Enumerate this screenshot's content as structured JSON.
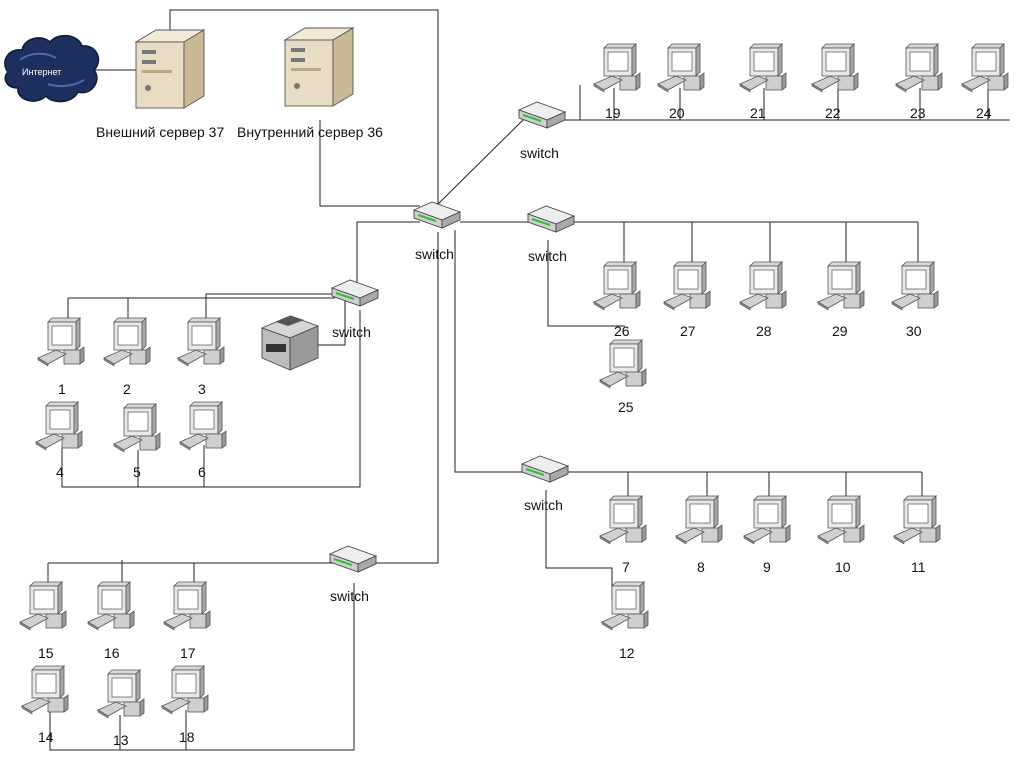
{
  "internet": {
    "label": "Интернет"
  },
  "servers": [
    {
      "id": "ext",
      "label": "Внешний сервер 37"
    },
    {
      "id": "int",
      "label": "Внутренний сервер 36"
    }
  ],
  "switch_label": "switch",
  "computers": {
    "c1": "1",
    "c2": "2",
    "c3": "3",
    "c4": "4",
    "c5": "5",
    "c6": "6",
    "c7": "7",
    "c8": "8",
    "c9": "9",
    "c10": "10",
    "c11": "11",
    "c12": "12",
    "c13": "13",
    "c14": "14",
    "c15": "15",
    "c16": "16",
    "c17": "17",
    "c18": "18",
    "c19": "19",
    "c20": "20",
    "c21": "21",
    "c22": "22",
    "c23": "23",
    "c24": "24",
    "c25": "25",
    "c26": "26",
    "c27": "27",
    "c28": "28",
    "c29": "29",
    "c30": "30"
  },
  "colors": {
    "cloud": "#1d2f5e",
    "server_body": "#e8dcc4",
    "switch_led": "#2fbf3a",
    "wire": "#222222"
  }
}
